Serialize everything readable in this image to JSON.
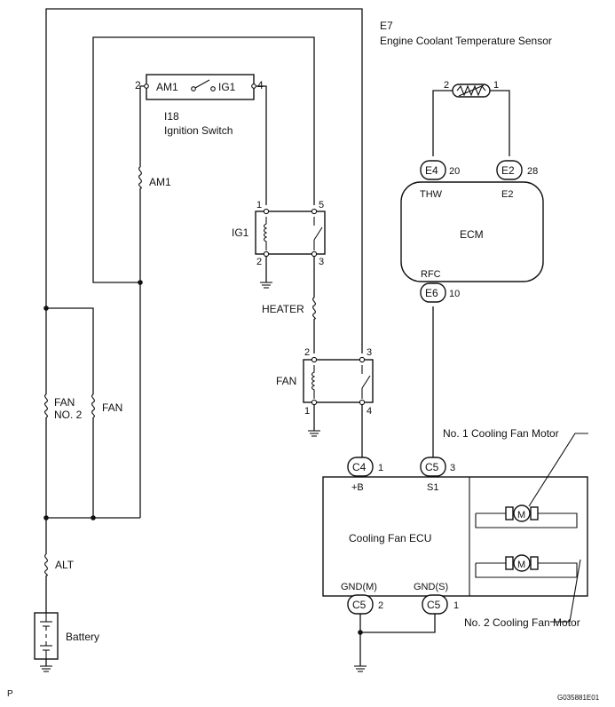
{
  "sensor": {
    "code": "E7",
    "name": "Engine Coolant Temperature Sensor",
    "pin_left": "2",
    "pin_right": "1"
  },
  "ignition_switch": {
    "code": "I18",
    "name": "Ignition Switch",
    "contact_left": "AM1",
    "contact_right": "IG1",
    "pin_left": "2",
    "pin_right": "4"
  },
  "fuses": {
    "am1": "AM1",
    "heater": "HEATER",
    "fan_no2_line1": "FAN",
    "fan_no2_line2": "NO. 2",
    "fan": "FAN",
    "alt": "ALT"
  },
  "relays": {
    "ig1": {
      "label": "IG1",
      "pins": [
        "1",
        "5",
        "2",
        "3"
      ]
    },
    "fan": {
      "label": "FAN",
      "pins": [
        "2",
        "3",
        "1",
        "4"
      ]
    }
  },
  "ecm": {
    "label": "ECM",
    "terminals": [
      {
        "connector": "E4",
        "pin": "20",
        "signal": "THW"
      },
      {
        "connector": "E2",
        "pin": "28",
        "signal": "E2"
      },
      {
        "connector": "E6",
        "pin": "10",
        "signal": "RFC"
      }
    ]
  },
  "fan_ecu": {
    "label": "Cooling Fan ECU",
    "terminals": [
      {
        "connector": "C4",
        "pin": "1",
        "signal": "+B"
      },
      {
        "connector": "C5",
        "pin": "3",
        "signal": "S1"
      },
      {
        "connector": "C5",
        "pin": "2",
        "signal": "GND(M)"
      },
      {
        "connector": "C5",
        "pin": "1",
        "signal": "GND(S)"
      }
    ]
  },
  "motors": {
    "no1": "No. 1 Cooling Fan Motor",
    "no2": "No. 2 Cooling Fan Motor",
    "symbol": "M"
  },
  "battery": "Battery",
  "footer": {
    "left": "P",
    "right": "G035881E01"
  }
}
